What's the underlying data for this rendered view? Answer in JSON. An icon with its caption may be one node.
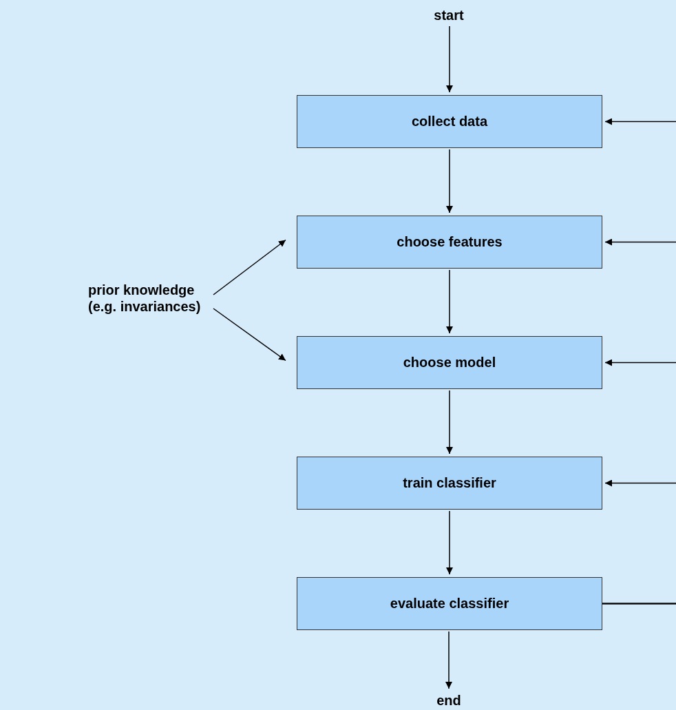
{
  "diagram": {
    "nodes": [
      {
        "text": [
          "start"
        ]
      },
      {
        "text": [
          "collect data"
        ]
      },
      {
        "text": [
          "choose features"
        ]
      },
      {
        "text": [
          "choose model"
        ]
      },
      {
        "text": [
          "train classifier"
        ]
      },
      {
        "text": [
          "evaluate classifier"
        ]
      },
      {
        "text": [
          "end"
        ]
      },
      {
        "text": [
          "prior knowledge (e.g. invariances)"
        ]
      }
    ],
    "edges": [
      {
        "from": 0,
        "to": 1,
        "arrow": "to"
      },
      {
        "from": 1,
        "to": 2,
        "arrow": "to"
      },
      {
        "from": 2,
        "to": 3,
        "arrow": "to"
      },
      {
        "from": 3,
        "to": 4,
        "arrow": "to"
      },
      {
        "from": 4,
        "to": 5,
        "arrow": "to"
      },
      {
        "from": 5,
        "to": 6,
        "arrow": "to"
      },
      {
        "from": 7,
        "to": 2,
        "arrow": "to"
      },
      {
        "from": 7,
        "to": 3,
        "arrow": "to"
      },
      {
        "from": 5,
        "to": 1,
        "arrow": "to"
      },
      {
        "from": 5,
        "to": 2,
        "arrow": "to"
      },
      {
        "from": 5,
        "to": 3,
        "arrow": "to"
      },
      {
        "from": 5,
        "to": 4,
        "arrow": "to"
      }
    ]
  }
}
